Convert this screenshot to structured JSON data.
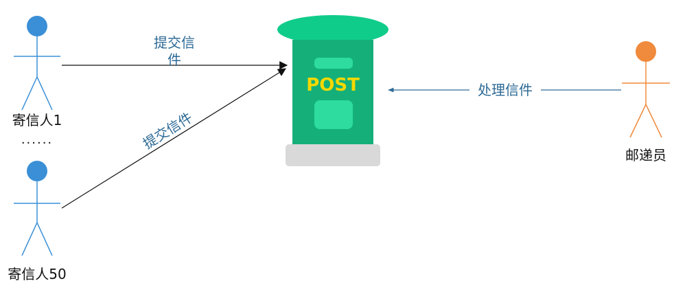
{
  "actors": {
    "sender_first": {
      "label": "寄信人1",
      "color": "#3a8fd6"
    },
    "sender_last": {
      "label": "寄信人50",
      "color": "#3a8fd6"
    },
    "ellipsis": "······",
    "postman": {
      "label": "邮递员",
      "color": "#f08a3c"
    }
  },
  "mailbox": {
    "text": "POST",
    "text_color": "#f5d800",
    "body_color": "#15b07a",
    "top_color": "#10cc8a",
    "slot_color": "#2ddc9e",
    "base_color": "#d9d9d9"
  },
  "edges": {
    "submit_top": {
      "label_line1": "提交信",
      "label_line2": "件"
    },
    "submit_bottom": {
      "label": "提交信件"
    },
    "process": {
      "label": "处理信件"
    }
  },
  "colors": {
    "edge_dark": "#111111",
    "edge_blue": "#2d6a96"
  }
}
